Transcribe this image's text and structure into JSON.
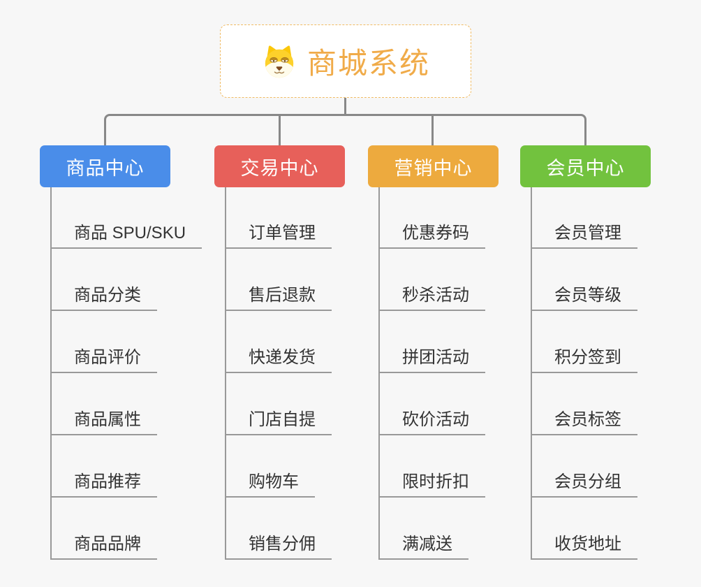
{
  "root": {
    "label": "商城系统",
    "icon": "dog-face-icon",
    "text_color": "#f0ab49",
    "border_color": "#f0bb63"
  },
  "branches": [
    {
      "label": "商品中心",
      "color": "#4a8de9",
      "items": [
        "商品 SPU/SKU",
        "商品分类",
        "商品评价",
        "商品属性",
        "商品推荐",
        "商品品牌"
      ]
    },
    {
      "label": "交易中心",
      "color": "#e7605a",
      "items": [
        "订单管理",
        "售后退款",
        "快递发货",
        "门店自提",
        "购物车",
        "销售分佣"
      ]
    },
    {
      "label": "营销中心",
      "color": "#edaa3e",
      "items": [
        "优惠券码",
        "秒杀活动",
        "拼团活动",
        "砍价活动",
        "限时折扣",
        "满减送"
      ]
    },
    {
      "label": "会员中心",
      "color": "#72c23e",
      "items": [
        "会员管理",
        "会员等级",
        "积分签到",
        "会员标签",
        "会员分组",
        "收货地址"
      ]
    }
  ],
  "canvas_bg": "#f7f7f7",
  "connector_color": "#888888",
  "rail_color": "#999999",
  "item_text_color": "#333333"
}
